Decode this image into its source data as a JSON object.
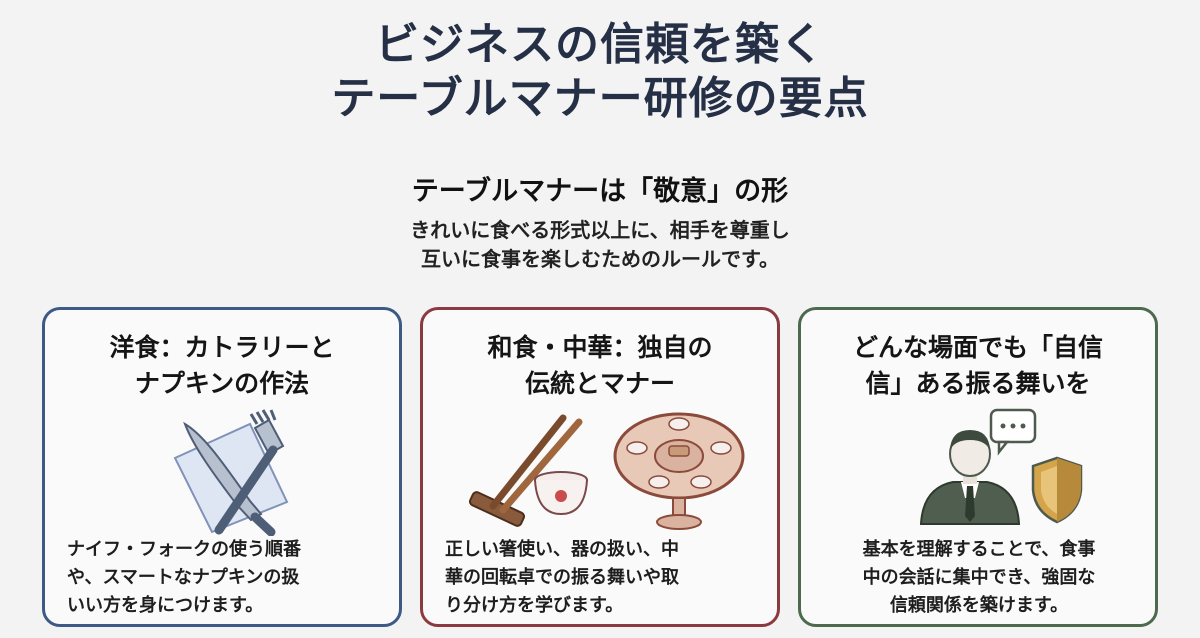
{
  "title_line1": "ビジネスの信頼を築く",
  "title_line2": "テーブルマナー研修の要点",
  "subhead": "テーブルマナーは「敬意」の形",
  "subtext_line1": "きれいに食べる形式以上に、相手を尊重し",
  "subtext_line2": "互いに食事を楽しむためのルールです。",
  "cards": [
    {
      "title_line1": "洋食：カトラリーと",
      "title_line2": "ナプキンの作法",
      "desc_line1": "ナイフ・フォークの使う順番",
      "desc_line2": "や、スマートなナプキンの扱",
      "desc_line3": "いい方を身につけます。",
      "icon": "fork-knife-napkin-icon",
      "border_color": "#3d5a86"
    },
    {
      "title_line1": "和食・中華：独自の",
      "title_line2": "伝統とマナー",
      "desc_line1": "正しい箸使い、器の扱い、中",
      "desc_line2": "華の回転卓での振る舞いや取",
      "desc_line3": "り分け方を学びます。",
      "icon": "chopsticks-bowl-turntable-icon",
      "border_color": "#8c3a41"
    },
    {
      "title_line1": "どんな場面でも「自信",
      "title_line2": "信」ある振る舞いを",
      "desc_line1": "基本を理解することで、食事",
      "desc_line2": "中の会話に集中でき、強固な",
      "desc_line3": "信頼関係を築けます。",
      "icon": "businessman-shield-speech-icon",
      "border_color": "#4e6a4e"
    }
  ]
}
